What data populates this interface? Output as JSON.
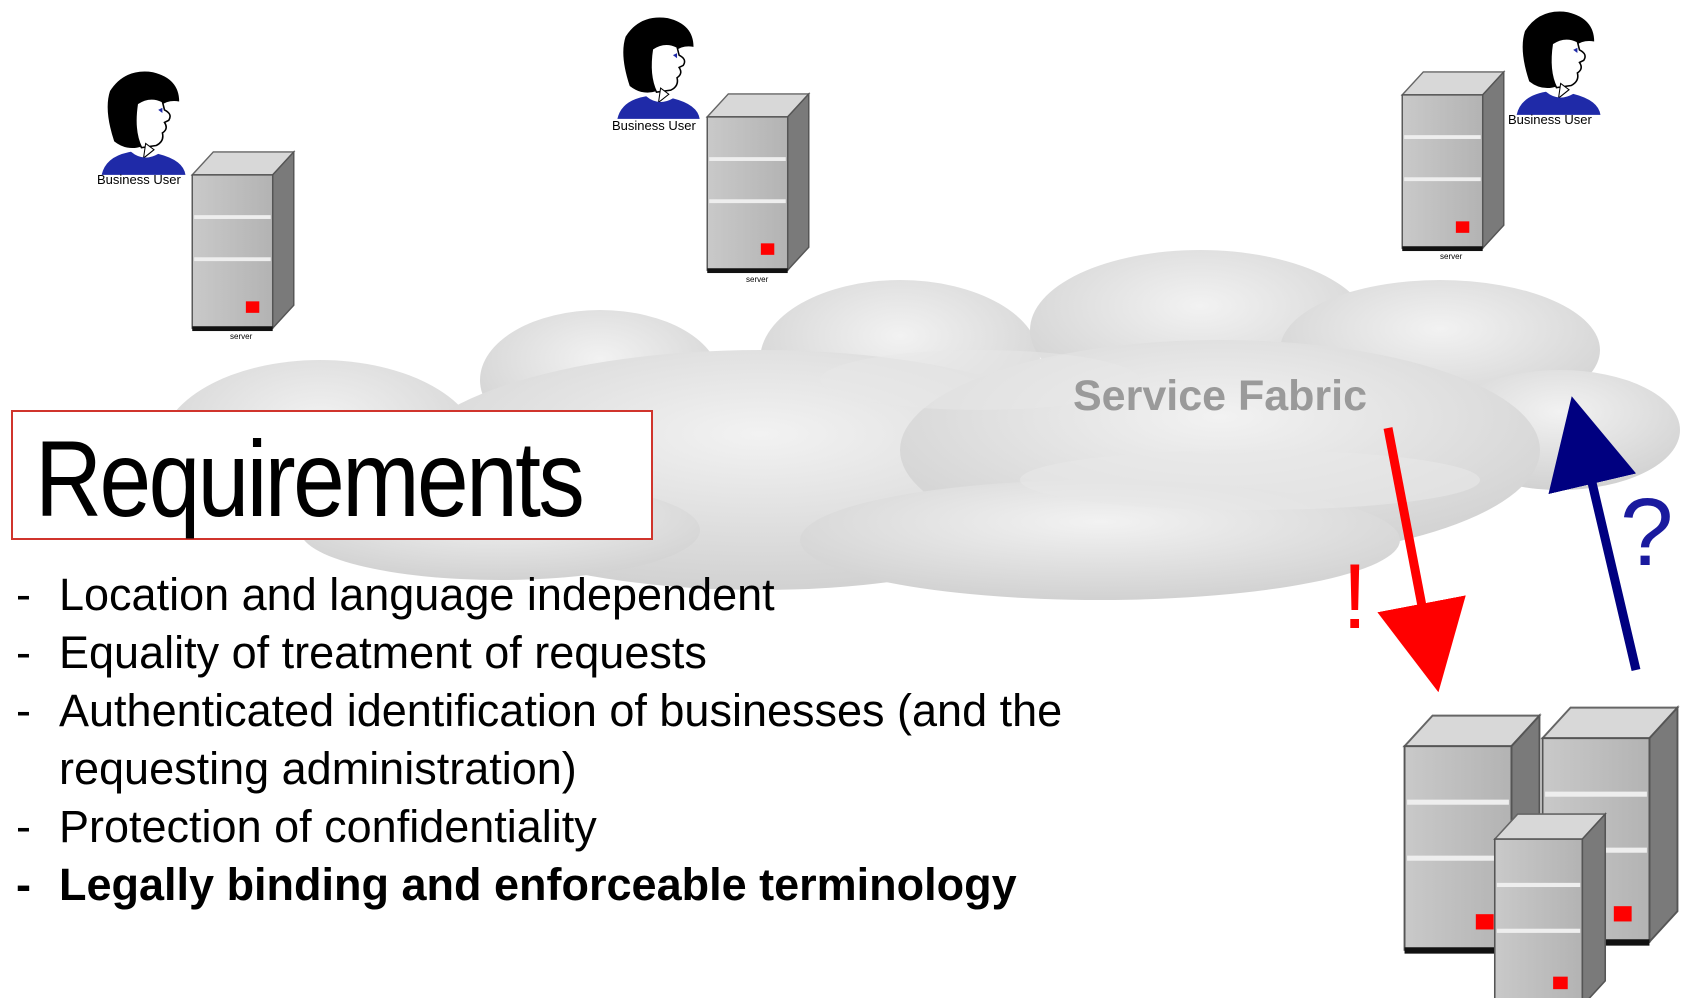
{
  "diagram": {
    "users": [
      {
        "label": "Business User"
      },
      {
        "label": "Business User"
      },
      {
        "label": "Business User"
      }
    ],
    "servers": [
      {
        "label": "server"
      },
      {
        "label": "server"
      },
      {
        "label": "server"
      }
    ],
    "cloud_label": "Service Fabric",
    "response_mark": "!",
    "request_mark": "?",
    "colors": {
      "response_arrow": "#ff0000",
      "request_arrow": "#000080",
      "title_border": "#d0342c",
      "cloud": "#d9d9d9",
      "server_led": "#ff0000",
      "user_shirt": "#1f2aa8"
    }
  },
  "requirements": {
    "title": "Requirements",
    "items": [
      {
        "dash": "-",
        "text": "Location and language independent"
      },
      {
        "dash": "-",
        "text": "Equality of treatment of requests"
      },
      {
        "dash": "-",
        "text": "Authenticated identification of businesses (and the requesting administration)"
      },
      {
        "dash": "-",
        "text": "Protection of confidentiality"
      },
      {
        "dash": "-",
        "text": "Legally binding and enforceable terminology"
      }
    ]
  }
}
